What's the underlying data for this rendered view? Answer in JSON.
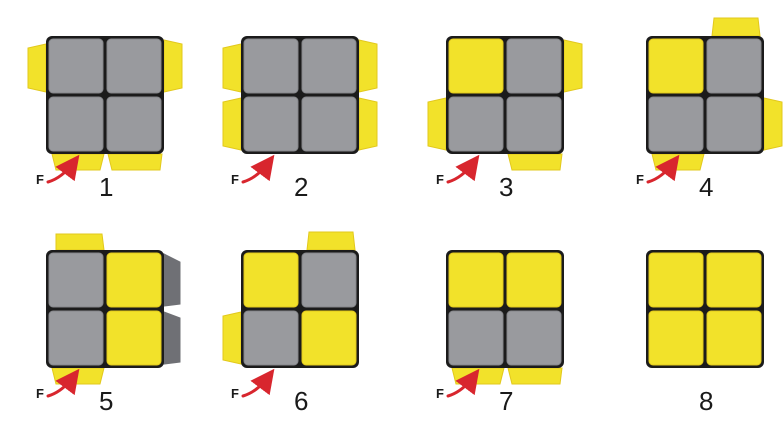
{
  "colors": {
    "yellow": "#f2e22a",
    "yellow_dark": "#e2c81c",
    "gray": "#999a9e",
    "gray_dark": "#6f7075",
    "border": "#1b1b1b",
    "arrow": "#d8262e"
  },
  "front_marker": "F",
  "steps": [
    {
      "number": "1",
      "has_front_marker": true,
      "face": [
        "gray",
        "gray",
        "gray",
        "gray"
      ],
      "side_stickers": [
        "left-top",
        "right-top",
        "bottom-left",
        "bottom-right"
      ]
    },
    {
      "number": "2",
      "has_front_marker": true,
      "face": [
        "gray",
        "gray",
        "gray",
        "gray"
      ],
      "side_stickers": [
        "left-top",
        "left-bottom",
        "right-top",
        "right-bottom"
      ]
    },
    {
      "number": "3",
      "has_front_marker": true,
      "face": [
        "yellow",
        "gray",
        "gray",
        "gray"
      ],
      "side_stickers": [
        "right-top",
        "left-bottom",
        "bottom-right"
      ]
    },
    {
      "number": "4",
      "has_front_marker": true,
      "face": [
        "yellow",
        "gray",
        "gray",
        "gray"
      ],
      "side_stickers": [
        "top-right",
        "right-bottom",
        "bottom-left"
      ]
    },
    {
      "number": "5",
      "has_front_marker": true,
      "face": [
        "gray",
        "yellow",
        "gray",
        "yellow"
      ],
      "side_stickers": [
        "top-left",
        "bottom-left",
        "right-top-shade",
        "right-bottom-shade"
      ]
    },
    {
      "number": "6",
      "has_front_marker": true,
      "face": [
        "yellow",
        "gray",
        "gray",
        "yellow"
      ],
      "side_stickers": [
        "top-right",
        "left-bottom"
      ]
    },
    {
      "number": "7",
      "has_front_marker": true,
      "face": [
        "yellow",
        "yellow",
        "gray",
        "gray"
      ],
      "side_stickers": [
        "bottom-left",
        "bottom-right"
      ]
    },
    {
      "number": "8",
      "has_front_marker": false,
      "face": [
        "yellow",
        "yellow",
        "yellow",
        "yellow"
      ],
      "side_stickers": []
    }
  ]
}
